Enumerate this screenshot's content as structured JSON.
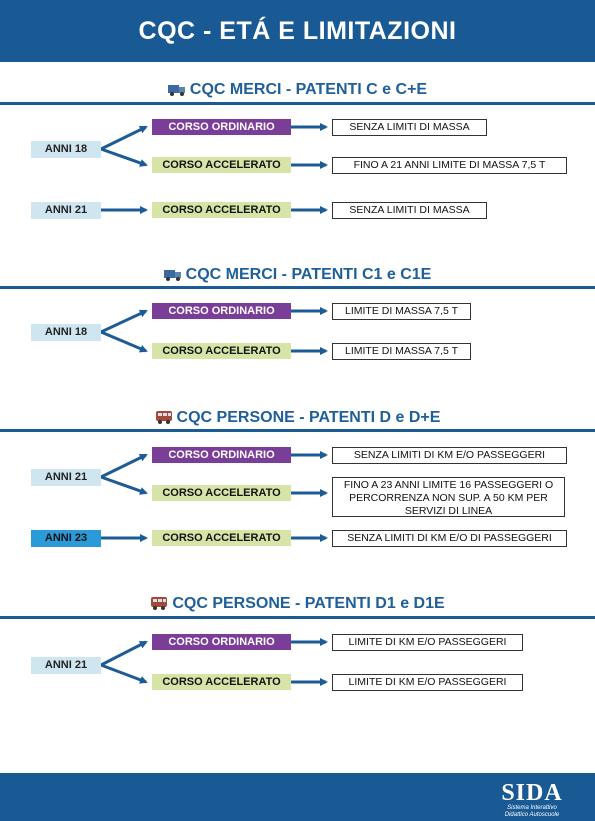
{
  "header": {
    "title": "CQC - ETÁ E LIMITAZIONI"
  },
  "colors": {
    "header_bg": "#1a5a94",
    "ordinario": "#7a3e98",
    "accelerato": "#d6e5a7",
    "anni": "#cfe6f0",
    "anni_highlight": "#2a9ad8"
  },
  "sections": [
    {
      "title": "CQC MERCI - PATENTI C e C+E",
      "icon": "truck-icon",
      "groups": [
        {
          "age": "ANNI 18",
          "rows": [
            {
              "course": "CORSO ORDINARIO",
              "result": "SENZA LIMITI DI MASSA"
            },
            {
              "course": "CORSO ACCELERATO",
              "result": "FINO A 21 ANNI LIMITE DI MASSA 7,5 T"
            }
          ]
        },
        {
          "age": "ANNI 21",
          "rows": [
            {
              "course": "CORSO ACCELERATO",
              "result": "SENZA LIMITI DI MASSA"
            }
          ]
        }
      ]
    },
    {
      "title": "CQC MERCI - PATENTI C1 e C1E",
      "icon": "truck-icon",
      "groups": [
        {
          "age": "ANNI 18",
          "rows": [
            {
              "course": "CORSO ORDINARIO",
              "result": "LIMITE DI MASSA 7,5 T"
            },
            {
              "course": "CORSO ACCELERATO",
              "result": "LIMITE DI MASSA 7,5 T"
            }
          ]
        }
      ]
    },
    {
      "title": "CQC PERSONE - PATENTI D e D+E",
      "icon": "bus-icon",
      "groups": [
        {
          "age": "ANNI 21",
          "rows": [
            {
              "course": "CORSO ORDINARIO",
              "result": "SENZA LIMITI DI KM E/O PASSEGGERI"
            },
            {
              "course": "CORSO ACCELERATO",
              "result": "FINO A 23 ANNI LIMITE 16 PASSEGGERI O PERCORRENZA NON SUP. A 50 KM PER SERVIZI DI LINEA"
            }
          ]
        },
        {
          "age": "ANNI 23",
          "rows": [
            {
              "course": "CORSO ACCELERATO",
              "result": "SENZA LIMITI DI KM E/O DI PASSEGGERI"
            }
          ]
        }
      ]
    },
    {
      "title": "CQC PERSONE - PATENTI D1 e D1E",
      "icon": "bus-icon",
      "groups": [
        {
          "age": "ANNI 21",
          "rows": [
            {
              "course": "CORSO ORDINARIO",
              "result": "LIMITE DI KM E/O PASSEGGERI"
            },
            {
              "course": "CORSO ACCELERATO",
              "result": "LIMITE DI KM E/O PASSEGGERI"
            }
          ]
        }
      ]
    }
  ],
  "footer": {
    "logo_text": "SIDA",
    "logo_sub1": "Sistema Interattivo",
    "logo_sub2": "Didattico Autoscuole"
  }
}
